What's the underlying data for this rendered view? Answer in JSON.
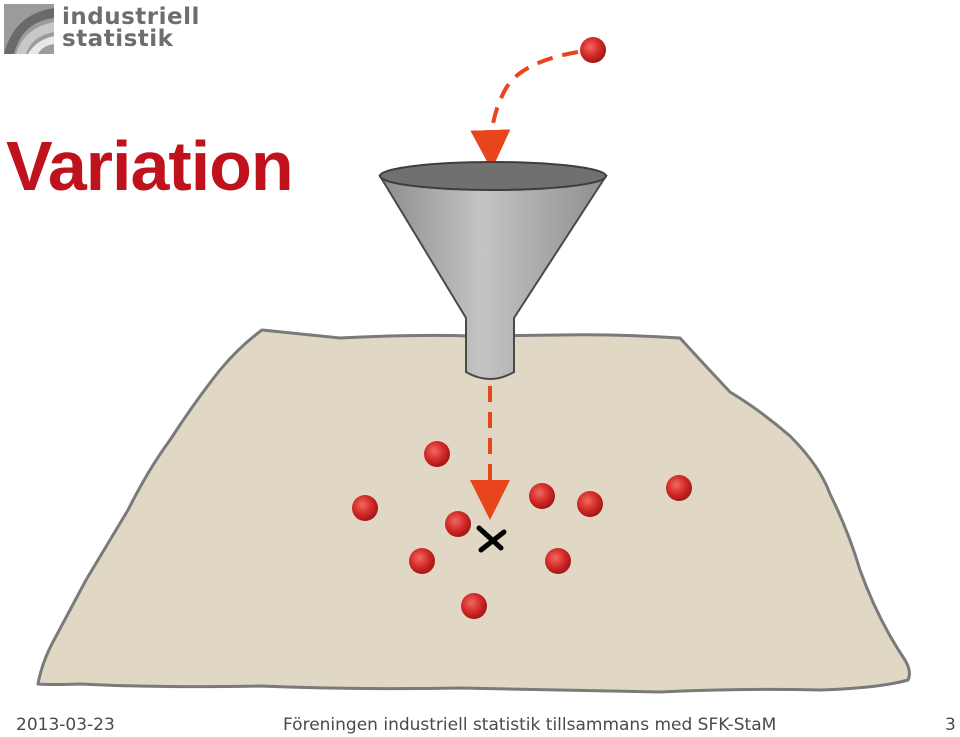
{
  "logo": {
    "line1": "industriell",
    "line2": "statistik"
  },
  "slide": {
    "title": "Variation"
  },
  "illustration": {
    "funnel": "funnel-icon",
    "target": "cross-marker-icon",
    "colors": {
      "ball": "#d42a2a",
      "arrow": "#e8451c",
      "surface": "#e0d8c4",
      "surface_edge": "#7a7a7a",
      "funnel": "#9a9a9a"
    }
  },
  "footer": {
    "date": "2013-03-23",
    "center": "Föreningen industriell statistik tillsammans med SFK-StaM",
    "page": "3"
  }
}
